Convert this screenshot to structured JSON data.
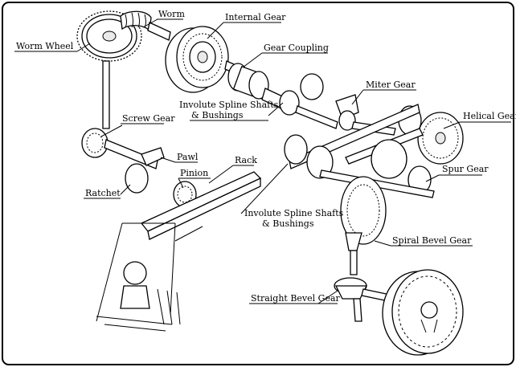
{
  "labels": {
    "worm": "Worm",
    "internal_gear": "Internal Gear",
    "worm_wheel": "Worm Wheel",
    "gear_coupling": "Gear Coupling",
    "miter_gear": "Miter Gear",
    "spline_shafts_top_1": "Involute Spline Shafts",
    "spline_shafts_top_2": "& Bushings",
    "helical_gear": "Helical Gear",
    "screw_gear": "Screw Gear",
    "pawl": "Pawl",
    "rack": "Rack",
    "pinion": "Pinion",
    "spur_gear": "Spur Gear",
    "ratchet": "Ratchet",
    "spline_shafts_mid_1": "Involute Spline Shafts",
    "spline_shafts_mid_2": "& Bushings",
    "spiral_bevel_gear": "Spiral Bevel Gear",
    "straight_bevel_gear": "Straight Bevel Gear"
  }
}
